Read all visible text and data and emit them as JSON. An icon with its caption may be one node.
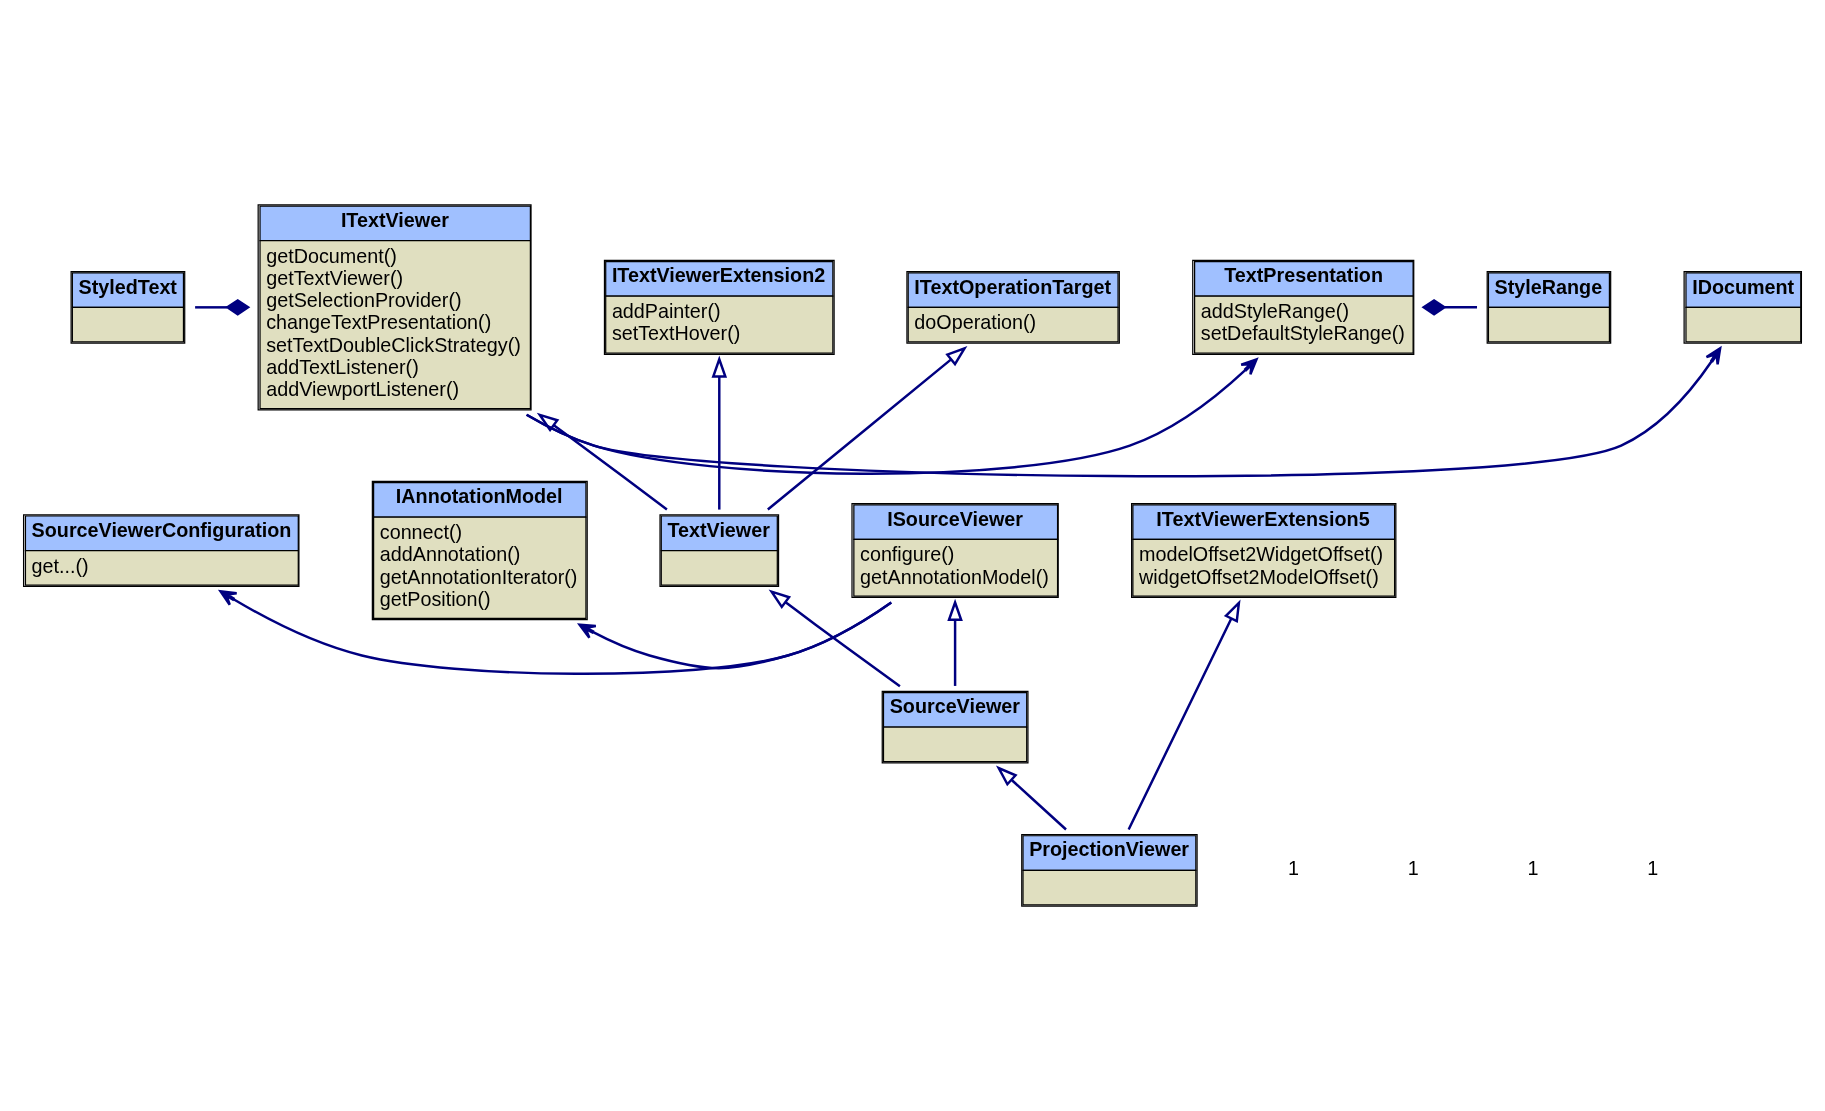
{
  "diagram": {
    "nodes": [
      {
        "text": [
          "StyledText"
        ]
      },
      {
        "text": [
          "ITextViewer",
          "getDocument()",
          "getTextViewer()",
          "getSelectionProvider()",
          "changeTextPresentation()",
          "setTextDoubleClickStrategy()",
          "addTextListener()",
          "addViewportListener()"
        ]
      },
      {
        "text": [
          "TextPresentation",
          "addStyleRange()",
          "setDefaultStyleRange()"
        ]
      },
      {
        "text": [
          "StyleRange"
        ]
      },
      {
        "text": [
          "IDocument"
        ]
      },
      {
        "text": [
          "ITextViewerExtension2",
          "addPainter()",
          "setTextHover()"
        ]
      },
      {
        "text": [
          "ITextOperationTarget",
          "doOperation()"
        ]
      },
      {
        "text": [
          "TextViewer"
        ]
      },
      {
        "text": [
          "ISourceViewer",
          "configure()",
          "getAnnotationModel()"
        ]
      },
      {
        "text": [
          "SourceViewerConfiguration",
          "get...()"
        ]
      },
      {
        "text": [
          "SourceViewer"
        ]
      },
      {
        "text": [
          "ITextViewerExtension5",
          "modelOffset2WidgetOffset()",
          "widgetOffset2ModelOffset()"
        ]
      },
      {
        "text": [
          "IAnnotationModel",
          "connect()",
          "addAnnotation()",
          "getAnnotationIterator()",
          "getPosition()"
        ]
      },
      {
        "text": [
          "ProjectionViewer"
        ]
      }
    ],
    "edges": [
      {
        "from": 0,
        "to": 1,
        "arrow": "other"
      },
      {
        "from": 1,
        "to": 2,
        "arrow": "to"
      },
      {
        "from": 3,
        "to": 2,
        "arrow": "other"
      },
      {
        "from": 1,
        "to": 4,
        "arrow": "to"
      },
      {
        "from": 7,
        "to": 1,
        "arrow": "to"
      },
      {
        "from": 7,
        "to": 5,
        "arrow": "to"
      },
      {
        "from": 7,
        "to": 6,
        "arrow": "to"
      },
      {
        "from": 8,
        "to": 9,
        "arrow": "to"
      },
      {
        "from": 8,
        "to": 12,
        "arrow": "to"
      },
      {
        "from": 10,
        "to": 7,
        "arrow": "to"
      },
      {
        "from": 10,
        "to": 8,
        "arrow": "to"
      },
      {
        "from": 13,
        "to": 10,
        "arrow": "to"
      },
      {
        "from": 13,
        "to": 11,
        "arrow": "to"
      }
    ],
    "labels": [
      "1",
      "1",
      "1",
      "1"
    ]
  }
}
